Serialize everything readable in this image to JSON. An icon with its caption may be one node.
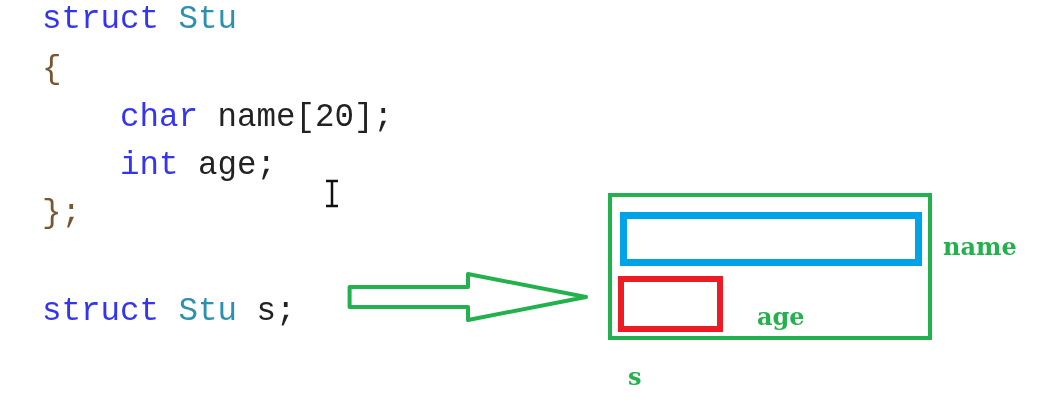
{
  "diagram": {
    "nodes": [
      {
        "text": [
          "struct Stu s;"
        ]
      },
      {
        "text": [],
        "shape": "box",
        "beside": [
          "s"
        ]
      },
      {
        "text": [],
        "shape": "box",
        "in": 1,
        "beside": [
          "name"
        ]
      },
      {
        "text": [],
        "shape": "box",
        "in": 1,
        "beside": [
          "age"
        ]
      }
    ],
    "edges": [
      {
        "from": 0,
        "to": 1,
        "arrow": "to"
      }
    ],
    "labels": [
      "struct Stu",
      "{",
      "char name[20];",
      "int age;",
      "};"
    ]
  }
}
